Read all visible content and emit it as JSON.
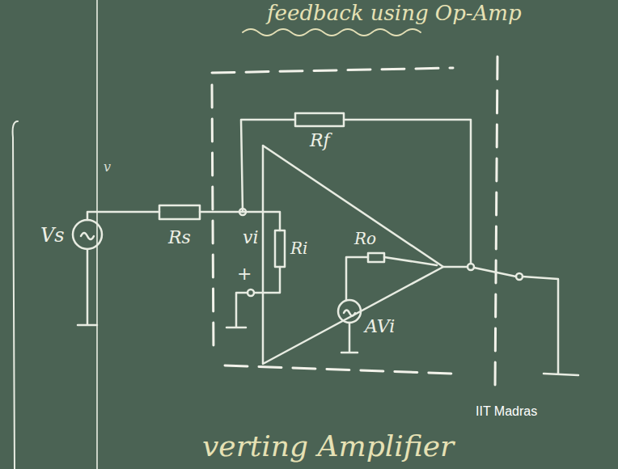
{
  "diagram": {
    "title": "feedback using Op-Amp",
    "labels": [
      "Rf",
      "Rs",
      "Ro",
      "Ri",
      "vi",
      "+",
      "AVi",
      "Vs",
      "v",
      "IIT Madras",
      "verting Amplifier"
    ]
  }
}
